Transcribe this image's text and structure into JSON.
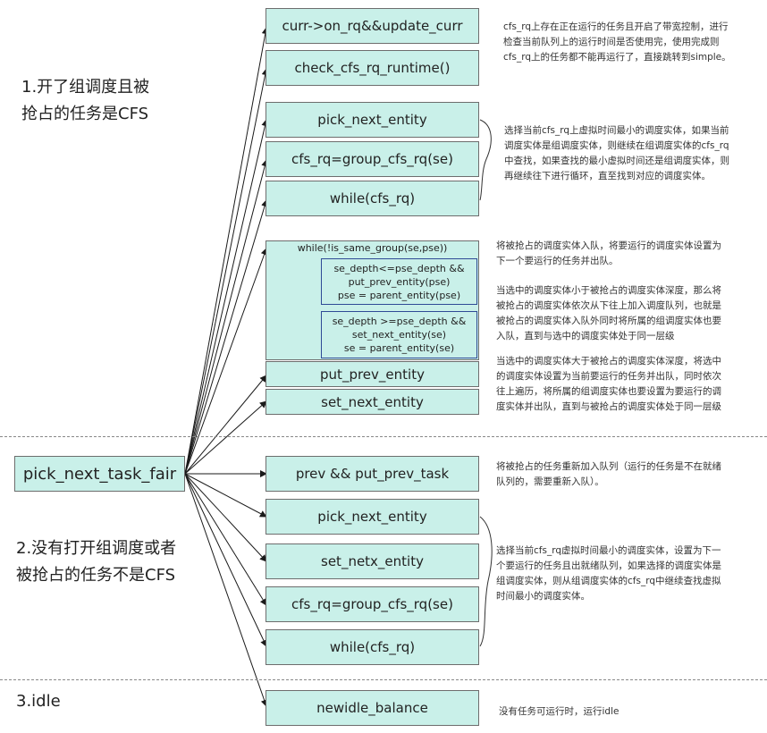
{
  "sections": {
    "s1_line1": "1.开了组调度且被",
    "s1_line2": "抢占的任务是CFS",
    "s2_line1": "2.没有打开组调度或者",
    "s2_line2": "被抢占的任务不是CFS",
    "s3": "3.idle"
  },
  "root": "pick_next_task_fair",
  "nodes": {
    "curr_update": "curr->on_rq&&update_curr",
    "check_runtime": "check_cfs_rq_runtime()",
    "pick_next_entity_1": "pick_next_entity",
    "cfs_rq_group_1": "cfs_rq=group_cfs_rq(se)",
    "while_cfs_rq_1": "while(cfs_rq)",
    "put_prev_entity": "put_prev_entity",
    "set_next_entity": "set_next_entity",
    "prev_put_prev_task": "prev && put_prev_task",
    "pick_next_entity_2": "pick_next_entity",
    "set_netx_entity": "set_netx_entity",
    "cfs_rq_group_2": "cfs_rq=group_cfs_rq(se)",
    "while_cfs_rq_2": "while(cfs_rq)",
    "newidle_balance": "newidle_balance"
  },
  "group": {
    "title": "while(!is_same_group(se,pse))",
    "block1": [
      "se_depth<=pse_depth &&",
      "put_prev_entity(pse)",
      "pse = parent_entity(pse)"
    ],
    "block2": [
      "se_depth >=pse_depth &&",
      "set_next_entity(se)",
      "se = parent_entity(se)"
    ]
  },
  "notes": {
    "n1": [
      "cfs_rq上存在正在运行的任务且开启了带宽控制，进行",
      "检查当前队列上的运行时间是否使用完，使用完成则",
      "cfs_rq上的任务都不能再运行了，直接跳转到simple。"
    ],
    "n2": [
      "选择当前cfs_rq上虚拟时间最小的调度实体，如果当前",
      "调度实体是组调度实体，则继续在组调度实体的cfs_rq",
      "中查找，如果查找的最小虚拟时间还是组调度实体，则",
      "再继续往下进行循环，直至找到对应的调度实体。"
    ],
    "n3": [
      "将被抢占的调度实体入队，将要运行的调度实体设置为",
      "下一个要运行的任务并出队。"
    ],
    "n4": [
      "当选中的调度实体小于被抢占的调度实体深度，那么将",
      "被抢占的调度实体依次从下往上加入调度队列，也就是",
      "被抢占的调度实体入队外同时将所属的组调度实体也要",
      "入队，直到与选中的调度实体处于同一层级"
    ],
    "n5": [
      "当选中的调度实体大于被抢占的调度实体深度，将选中",
      "的调度实体设置为当前要运行的任务并出队，同时依次",
      "往上遍历，将所属的组调度实体也要设置为要运行的调",
      "度实体并出队，直到与被抢占的调度实体处于同一层级"
    ],
    "n6": [
      "将被抢占的任务重新加入队列（运行的任务是不在就绪",
      "队列的，需要重新入队）。"
    ],
    "n7": [
      "选择当前cfs_rq虚拟时间最小的调度实体，设置为下一",
      "个要运行的任务且出就绪队列，如果选择的调度实体是",
      "组调度实体，则从组调度实体的cfs_rq中继续查找虚拟",
      "时间最小的调度实体。"
    ],
    "n8": [
      "没有任务可运行时，运行idle"
    ]
  },
  "colors": {
    "box_fill": "#c9f0e9",
    "box_border": "#6d6d6d",
    "inner_border": "#2f4a95",
    "arrow": "#1a1a1a"
  }
}
